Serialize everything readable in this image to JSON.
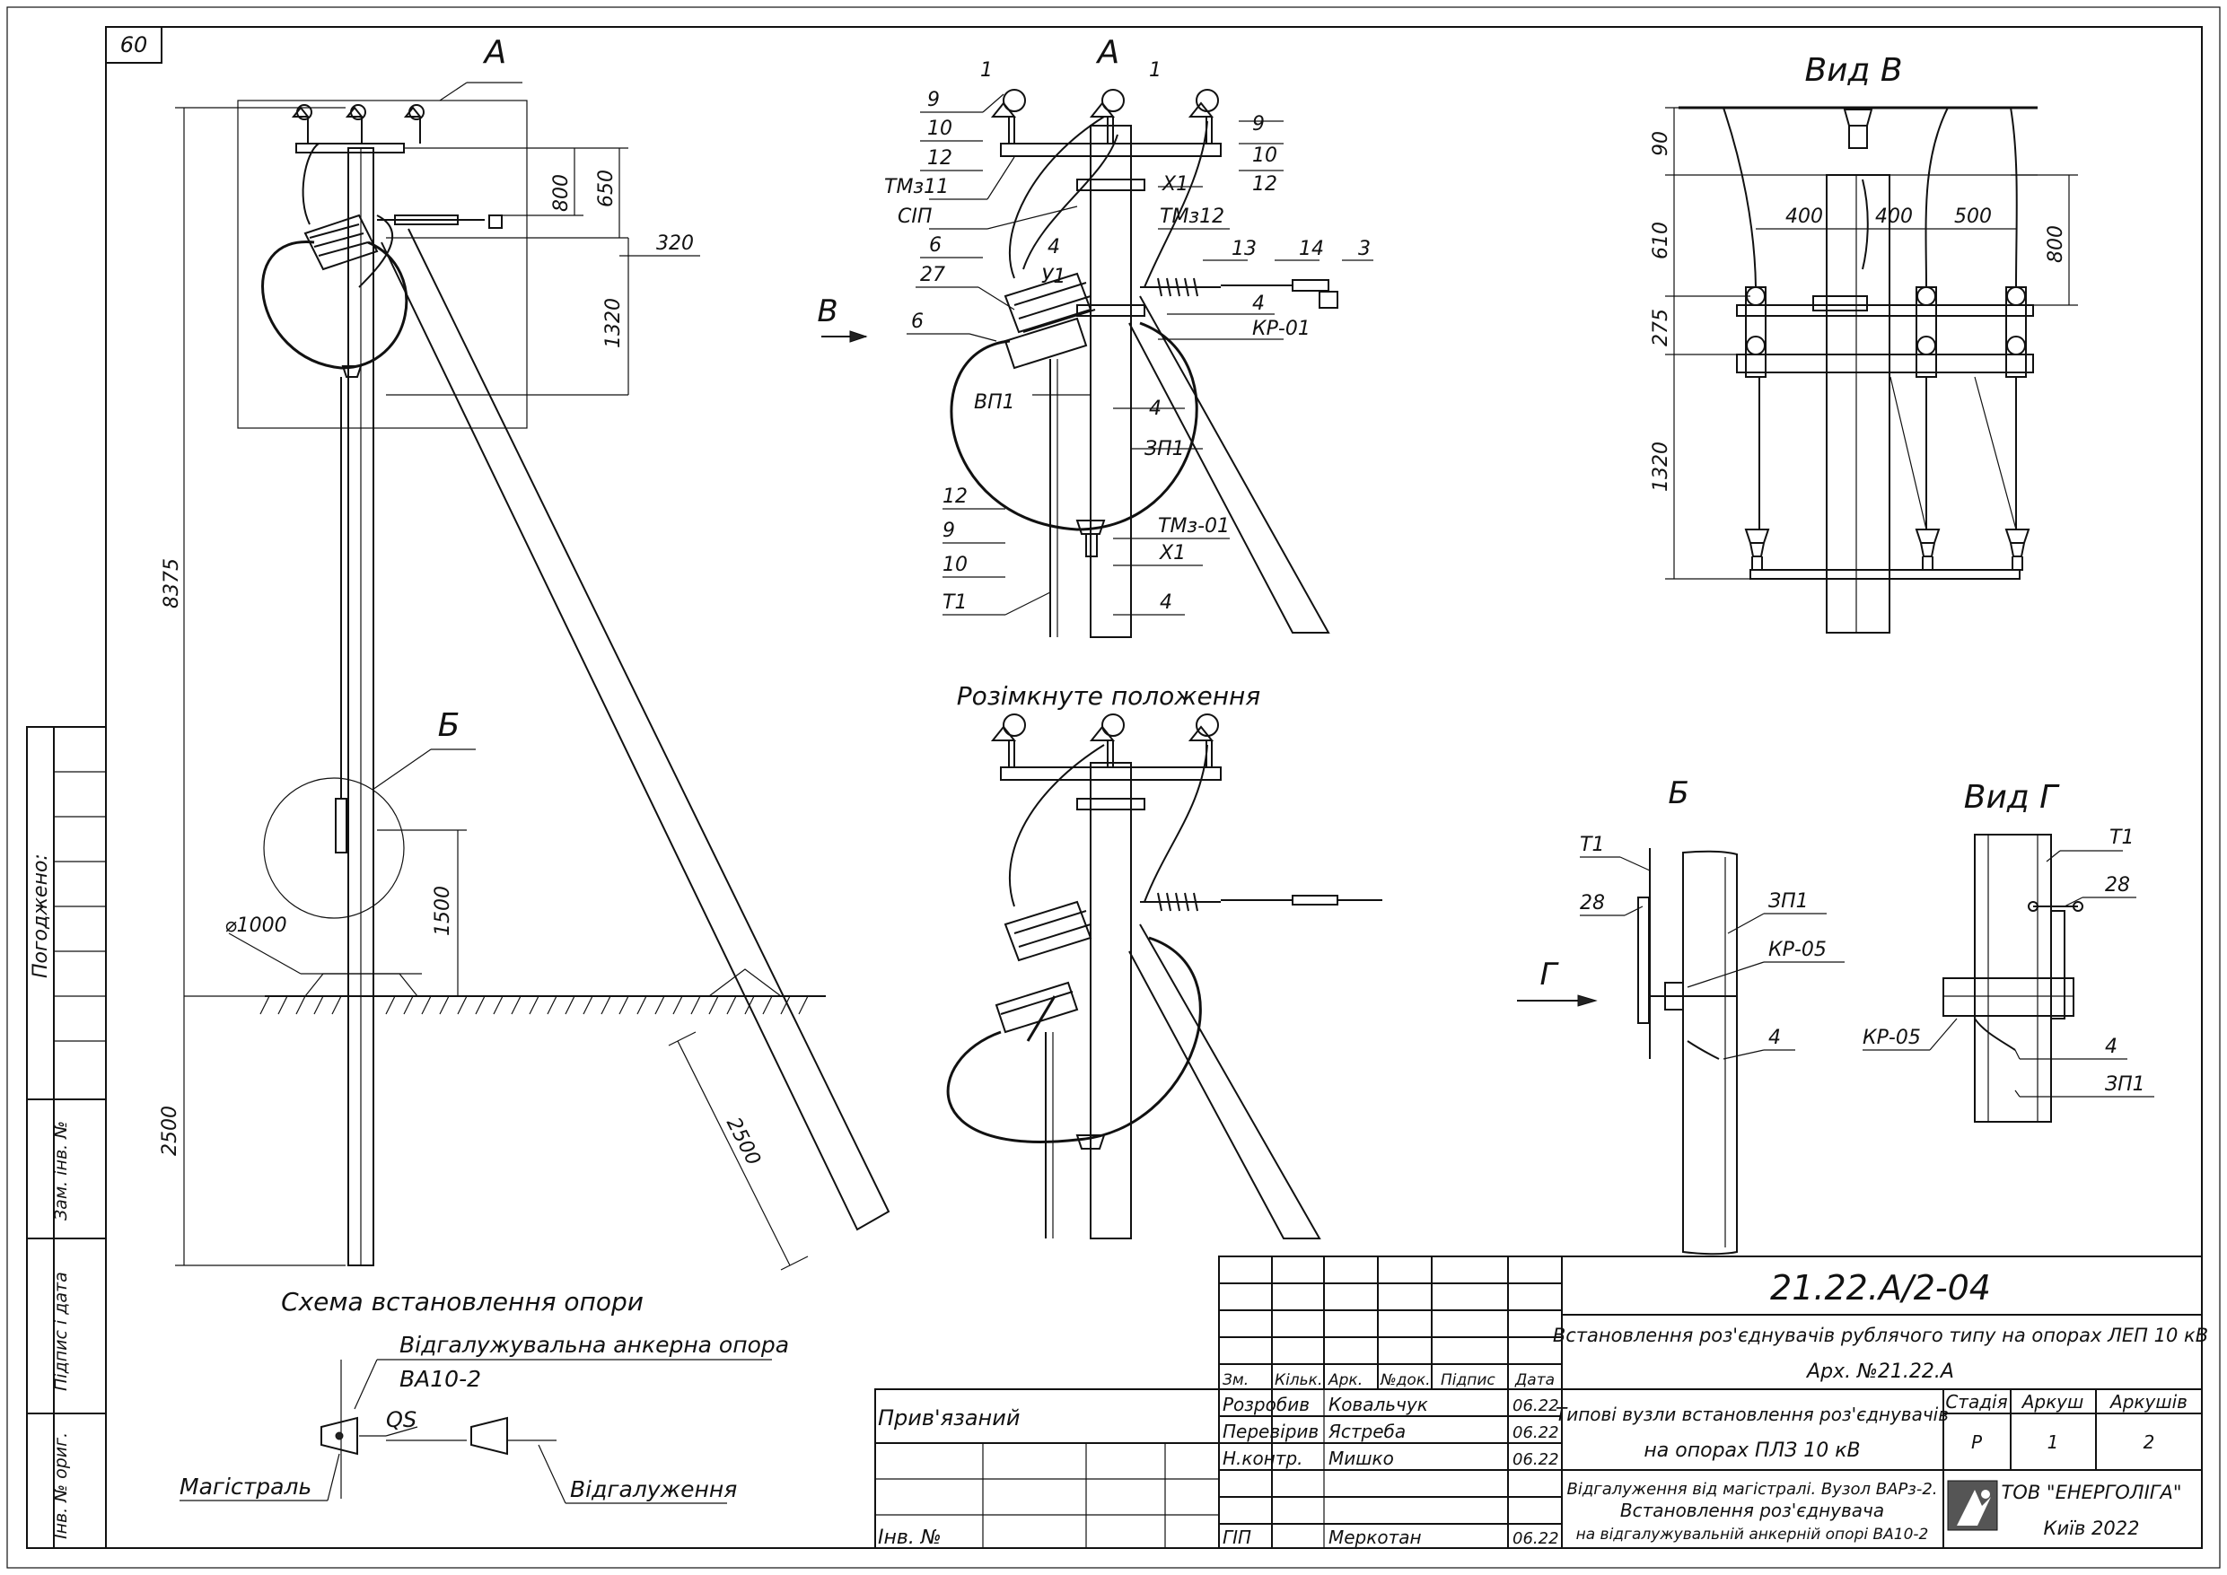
{
  "sheet_number": "60",
  "left_stamp": {
    "approved": "Погоджено:",
    "replaced_inv": "Зам. інв. №",
    "sign_date": "Підпис і дата",
    "inv_orig": "Інв. № ориг."
  },
  "pole_view": {
    "section_a": "А",
    "section_b": "Б",
    "dims": [
      "800",
      "650",
      "320",
      "1320",
      "8375",
      "1500",
      "2500",
      "2500"
    ],
    "diameter": "⌀1000"
  },
  "scheme": {
    "title": "Схема встановлення опори",
    "anchor_label": "Відгалужувальна анкерна опора",
    "anchor_code": "ВА10-2",
    "switch": "QS",
    "main_line": "Магістраль",
    "branch_line": "Відгалуження"
  },
  "detail_a": {
    "title": "А",
    "view_arrow": "В",
    "labels": [
      "1",
      "1",
      "9",
      "10",
      "12",
      "ТМз11",
      "СІП",
      "6",
      "27",
      "6",
      "9",
      "10",
      "12",
      "Х1",
      "ТМз12",
      "4",
      "У1",
      "13",
      "14",
      "3",
      "4",
      "КР-01",
      "ВП1",
      "4",
      "ЗП1",
      "12",
      "9",
      "10",
      "ТМз-01",
      "Х1",
      "Т1",
      "4"
    ]
  },
  "open_position": {
    "title": "Розімкнуте положення"
  },
  "view_v": {
    "title": "Вид В",
    "dims": [
      "90",
      "610",
      "400",
      "400",
      "500",
      "800",
      "275",
      "1320"
    ]
  },
  "detail_b": {
    "title": "Б",
    "labels": [
      "Т1",
      "28",
      "ЗП1",
      "КР-05",
      "4"
    ],
    "view_arrow": "Г"
  },
  "view_g": {
    "title": "Вид Г",
    "labels": [
      "Т1",
      "28",
      "КР-05",
      "4",
      "ЗП1"
    ]
  },
  "title_block": {
    "doc_code": "21.22.А/2-04",
    "project": "Встановлення роз'єднувачів рублячого типу на опорах ЛЕП 10 кВ",
    "archive": "Арх. №21.22.А",
    "stage_title_1": "Типові вузли встановлення роз'єднувачів",
    "stage_title_2": "на опорах ПЛЗ 10 кВ",
    "sheet_title_1": "Відгалуження від магістралі. Вузол ВАРз-2.",
    "sheet_title_2": "Встановлення роз'єднувача",
    "sheet_title_3": "на відгалужувальній анкерній опорі ВА10-2",
    "headers": {
      "zm": "Зм.",
      "kilk": "Кільк.",
      "ark": "Арк.",
      "ndok": "№док.",
      "pidpys": "Підпис",
      "data": "Дата"
    },
    "stage_h": "Стадія",
    "sheet_h": "Аркуш",
    "sheets_h": "Аркушів",
    "stage": "Р",
    "sheet": "1",
    "sheets": "2",
    "people": [
      {
        "role": "Розробив",
        "name": "Ковальчук",
        "date": "06.22"
      },
      {
        "role": "Перевірив",
        "name": "Ястреба",
        "date": "06.22"
      },
      {
        "role": "Н.контр.",
        "name": "Мишко",
        "date": "06.22"
      },
      {
        "role": "ГІП",
        "name": "Меркотан",
        "date": "06.22"
      }
    ],
    "company": "ТОВ \"ЕНЕРГОЛІГА\"",
    "city_year": "Київ 2022",
    "bound": "Прив'язаний",
    "inv": "Інв. №"
  }
}
